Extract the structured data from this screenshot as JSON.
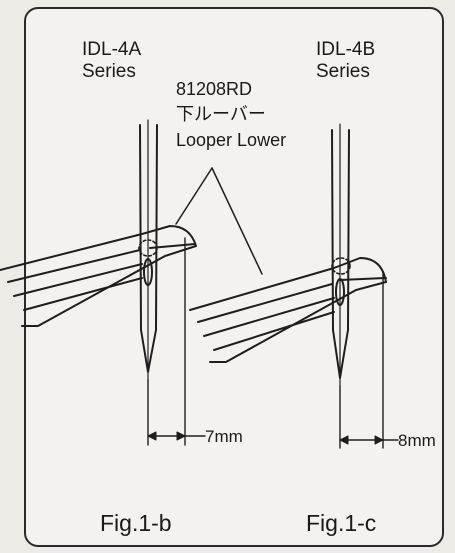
{
  "left": {
    "series_title": "IDL-4A",
    "series_sub": "Series",
    "dimension": "7mm",
    "figure": "Fig.1-b"
  },
  "right": {
    "series_title": "IDL-4B",
    "series_sub": "Series",
    "dimension": "8mm",
    "figure": "Fig.1-c"
  },
  "part": {
    "code": "81208RD",
    "name_jp": "下ルーバー",
    "name_en": "Looper Lower"
  }
}
